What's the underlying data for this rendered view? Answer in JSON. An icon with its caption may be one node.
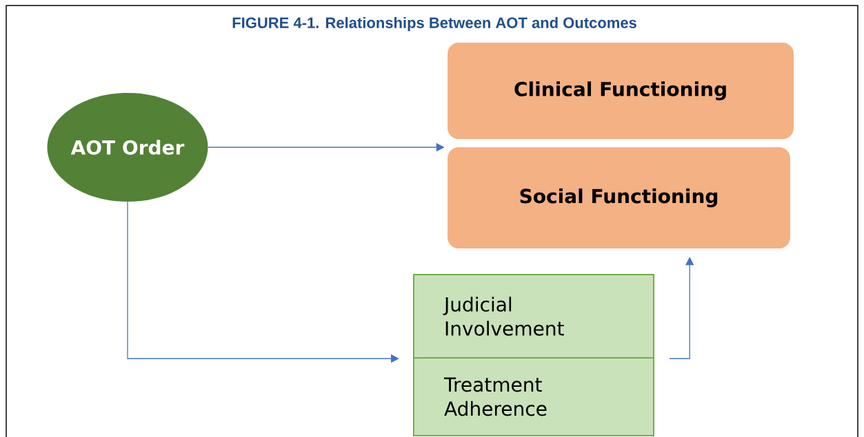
{
  "diagram": {
    "title": "FIGURE 4-1. Relationships Between AOT and Outcomes",
    "nodes": [
      {
        "text": [
          "AOT Order"
        ]
      },
      {
        "text": [
          "Clinical Functioning"
        ]
      },
      {
        "text": [
          "Social Functioning"
        ]
      },
      {
        "text": [
          "Judicial Involvement"
        ]
      },
      {
        "text": [
          "Treatment Adherence"
        ]
      }
    ],
    "edges": [
      {
        "from": 0,
        "to": 2,
        "arrow": "to"
      },
      {
        "from": 0,
        "to": 3,
        "arrow": "to"
      },
      {
        "from": 3,
        "to": 2,
        "arrow": "to"
      }
    ]
  }
}
